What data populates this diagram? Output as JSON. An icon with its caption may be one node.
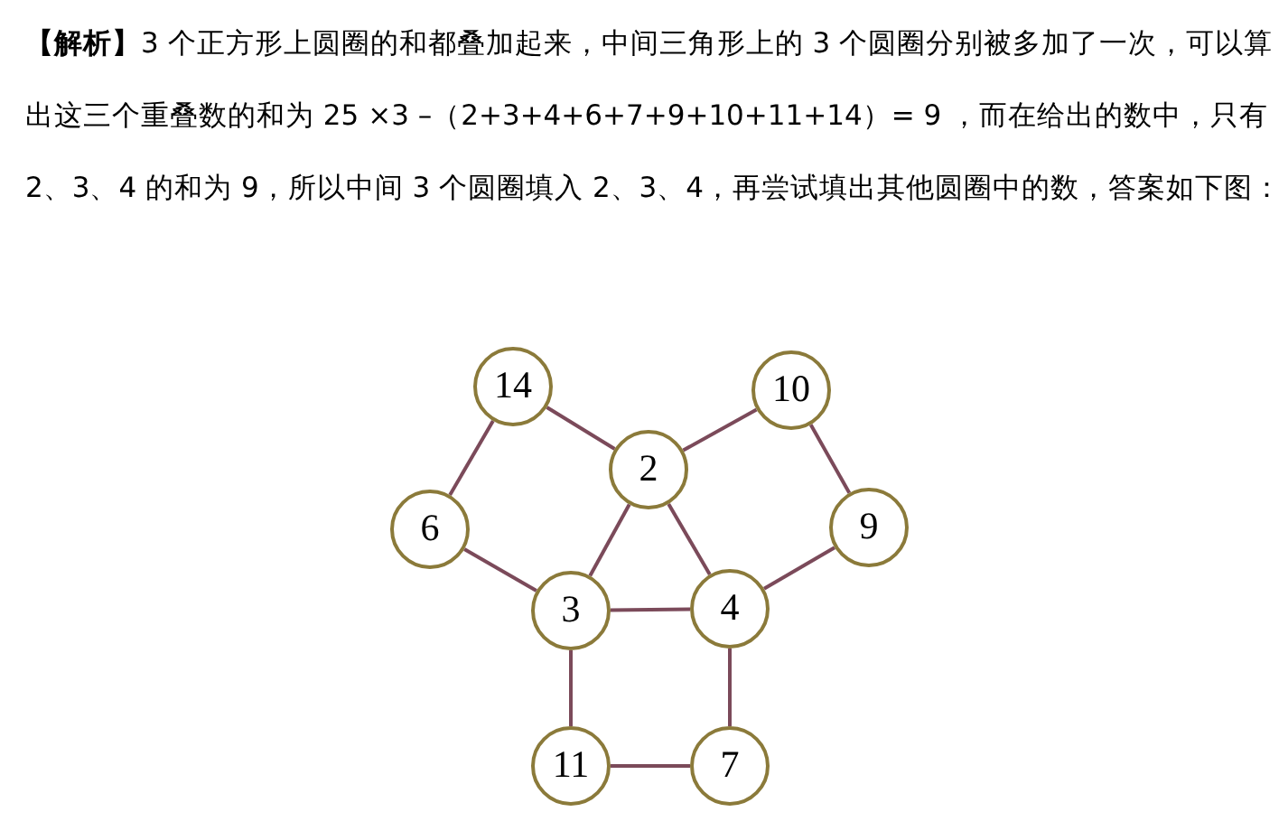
{
  "diagram": {
    "nodes": [
      {
        "text": [
          "14"
        ]
      },
      {
        "text": [
          "10"
        ]
      },
      {
        "text": [
          "2"
        ]
      },
      {
        "text": [
          "6"
        ]
      },
      {
        "text": [
          "9"
        ]
      },
      {
        "text": [
          "3"
        ]
      },
      {
        "text": [
          "4"
        ]
      },
      {
        "text": [
          "11"
        ]
      },
      {
        "text": [
          "7"
        ]
      }
    ],
    "edges": [
      {
        "from": 0,
        "to": 2,
        "arrow": "none"
      },
      {
        "from": 2,
        "to": 1,
        "arrow": "none"
      },
      {
        "from": 0,
        "to": 3,
        "arrow": "none"
      },
      {
        "from": 1,
        "to": 4,
        "arrow": "none"
      },
      {
        "from": 3,
        "to": 5,
        "arrow": "none"
      },
      {
        "from": 2,
        "to": 5,
        "arrow": "none"
      },
      {
        "from": 2,
        "to": 6,
        "arrow": "none"
      },
      {
        "from": 4,
        "to": 6,
        "arrow": "none"
      },
      {
        "from": 5,
        "to": 6,
        "arrow": "none"
      },
      {
        "from": 5,
        "to": 7,
        "arrow": "none"
      },
      {
        "from": 6,
        "to": 8,
        "arrow": "none"
      },
      {
        "from": 7,
        "to": 8,
        "arrow": "none"
      }
    ],
    "labels": [
      "**【解析】**3 个正方形上圆圈的和都叠加起来，中间三角形上的 3 个圆圈分别被多加了一次，可以算出这三个重叠数的和为 25 ×3 –（2+3+4+6+7+9+10+11+14）= 9 ，而在给出的数中，只有 2、3、4 的和为 9，所以中间 3 个圆圈填入 2、3、4，再尝试填出其他圆圈中的数，答案如下图："
    ]
  }
}
